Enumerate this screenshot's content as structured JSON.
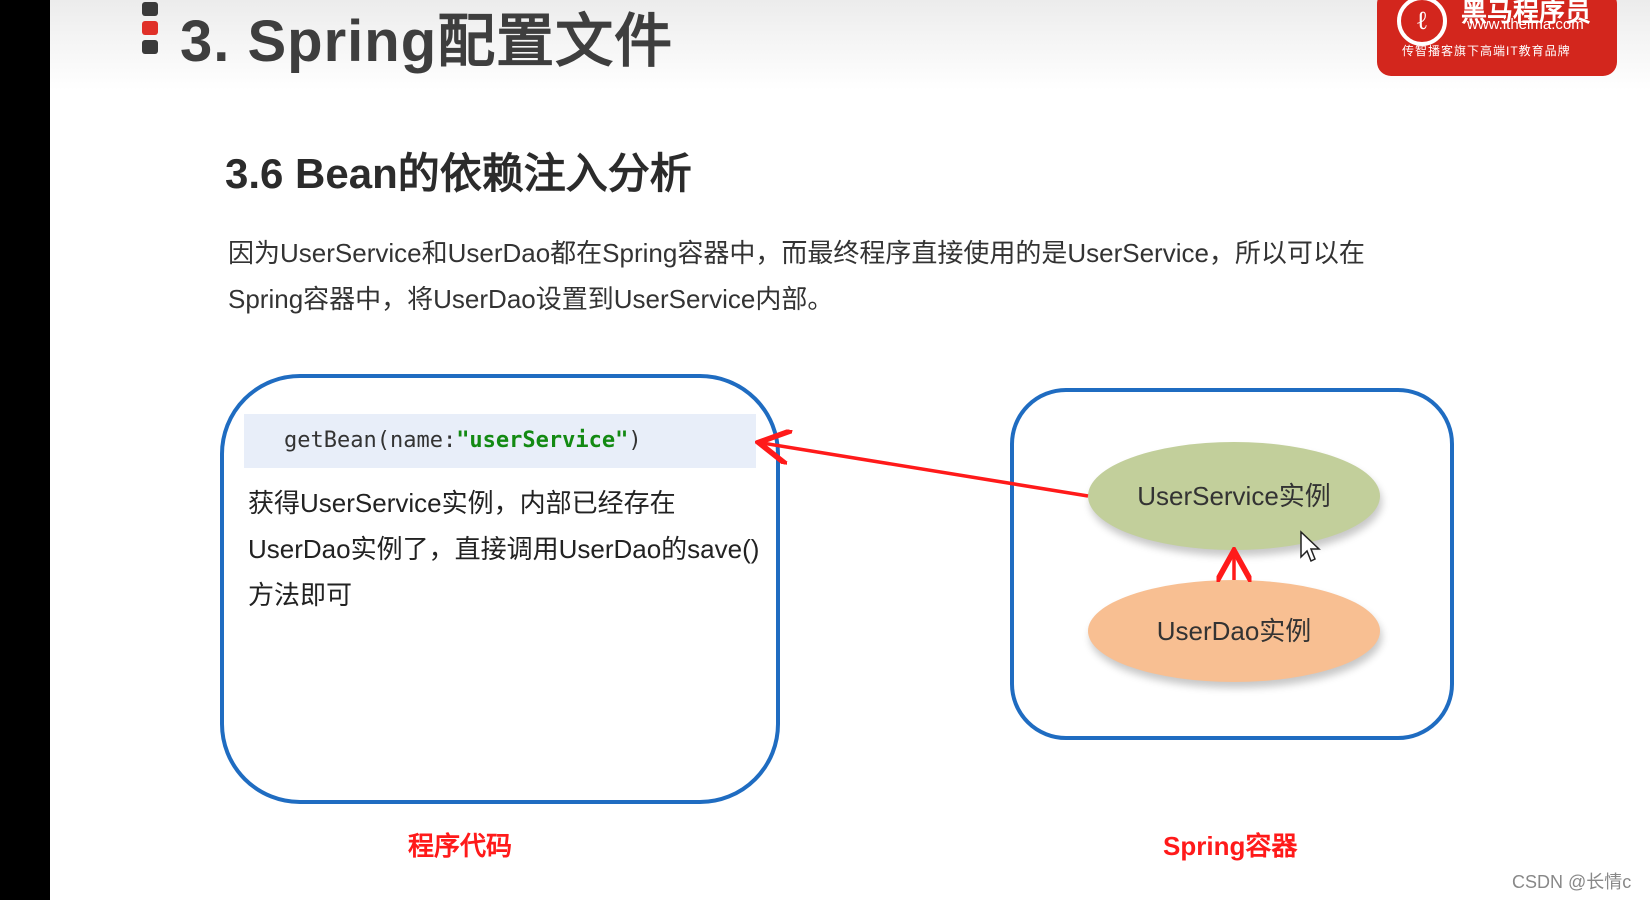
{
  "header": {
    "title": "3. Spring配置文件",
    "bullet_colors": [
      "#3a3a3a",
      "#e03028",
      "#3a3a3a"
    ]
  },
  "logo": {
    "name": "黑马程序员",
    "url": "www.itheima.com",
    "slogan": "传智播客旗下高端IT教育品牌",
    "color": "#d3261d"
  },
  "section": {
    "subtitle": "3.6 Bean的依赖注入分析",
    "paragraph": "因为UserService和UserDao都在Spring容器中，而最终程序直接使用的是UserService，所以可以在Spring容器中，将UserDao设置到UserService内部。"
  },
  "diagram": {
    "program_box": {
      "code_prefix": "getBean(name:",
      "code_string": "\"userService\"",
      "code_suffix": ")",
      "description": "获得UserService实例，内部已经存在UserDao实例了，直接调用UserDao的save()方法即可",
      "caption": "程序代码"
    },
    "container_box": {
      "service_instance": "UserService实例",
      "dao_instance": "UserDao实例",
      "caption": "Spring容器"
    },
    "colors": {
      "box_border": "#1f6cc1",
      "arrow": "#ff1a1a",
      "service_fill": "#c2cf9b",
      "dao_fill": "#f8bf92",
      "caption": "#ff1a1a"
    }
  },
  "watermark": "CSDN @长情c"
}
